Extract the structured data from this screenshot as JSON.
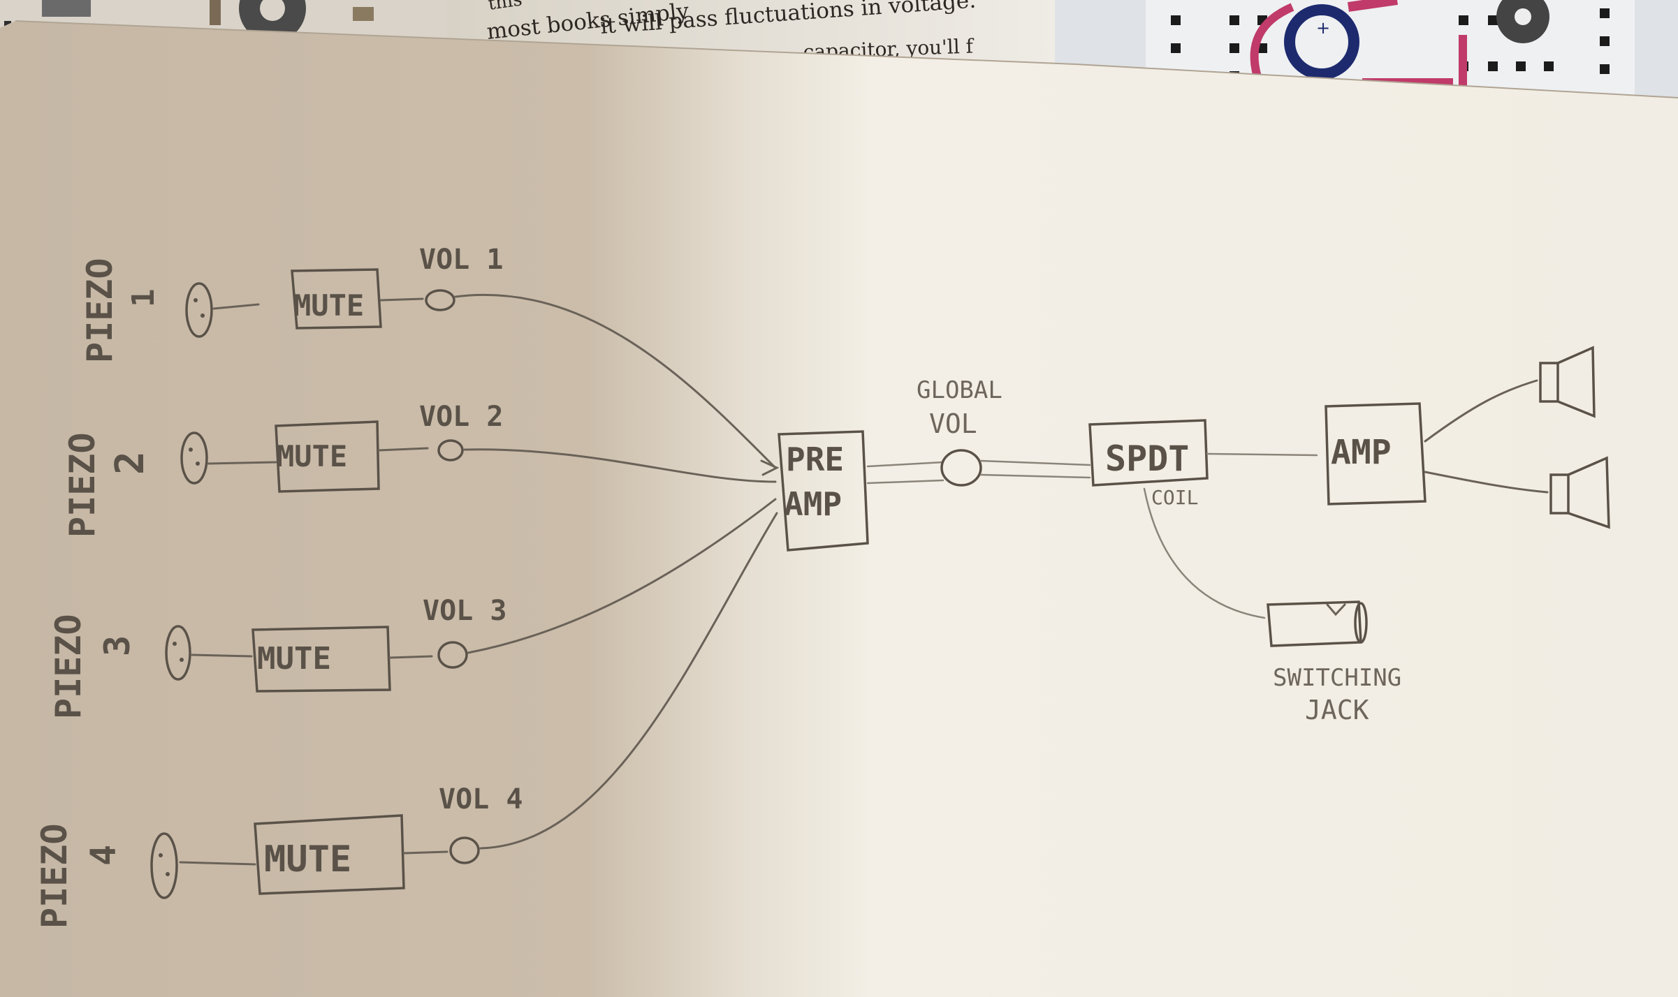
{
  "book": {
    "line1": "this",
    "line2": "most books simply",
    "line3": "it will pass fluctuations in voltage.\"",
    "line4": "capacitor, you'll f"
  },
  "diagram": {
    "piezos": [
      {
        "label": "PIEZO",
        "num": "1"
      },
      {
        "label": "PIEZO",
        "num": "2"
      },
      {
        "label": "PIEZO",
        "num": "3"
      },
      {
        "label": "PIEZO",
        "num": "4"
      }
    ],
    "mute_label": "MUTE",
    "volumes": [
      "VOL 1",
      "VOL 2",
      "VOL 3",
      "VOL 4"
    ],
    "preamp_line1": "PRE",
    "preamp_line2": "AMP",
    "global_vol_line1": "GLOBAL",
    "global_vol_line2": "VOL",
    "spdt": "SPDT",
    "coil": "COIL",
    "amp": "AMP",
    "switching_jack_line1": "SWITCHING",
    "switching_jack_line2": "JACK"
  },
  "colors": {
    "paper_shadow": "#c4b6a4",
    "paper_lit": "#f2eee5",
    "pencil": "#5a5248",
    "board_accent": "#c03a6a",
    "board_blue": "#1d2a6e"
  }
}
